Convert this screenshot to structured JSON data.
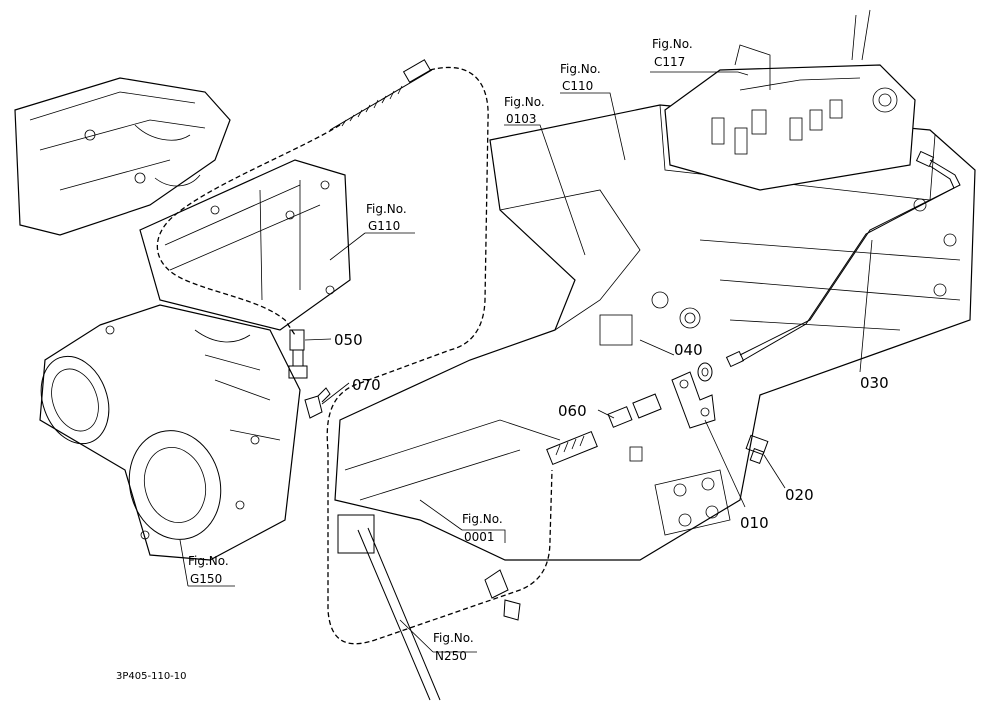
{
  "figure_refs": [
    {
      "prefix": "Fig.No.",
      "code": "C117"
    },
    {
      "prefix": "Fig.No.",
      "code": "C110"
    },
    {
      "prefix": "Fig.No.",
      "code": "0103"
    },
    {
      "prefix": "Fig.No.",
      "code": "G110"
    },
    {
      "prefix": "Fig.No.",
      "code": "0001"
    },
    {
      "prefix": "Fig.No.",
      "code": "G150"
    },
    {
      "prefix": "Fig.No.",
      "code": "N250"
    }
  ],
  "part_numbers": [
    "050",
    "070",
    "040",
    "060",
    "030",
    "020",
    "010"
  ],
  "drawing_code": "3P405-110-10"
}
